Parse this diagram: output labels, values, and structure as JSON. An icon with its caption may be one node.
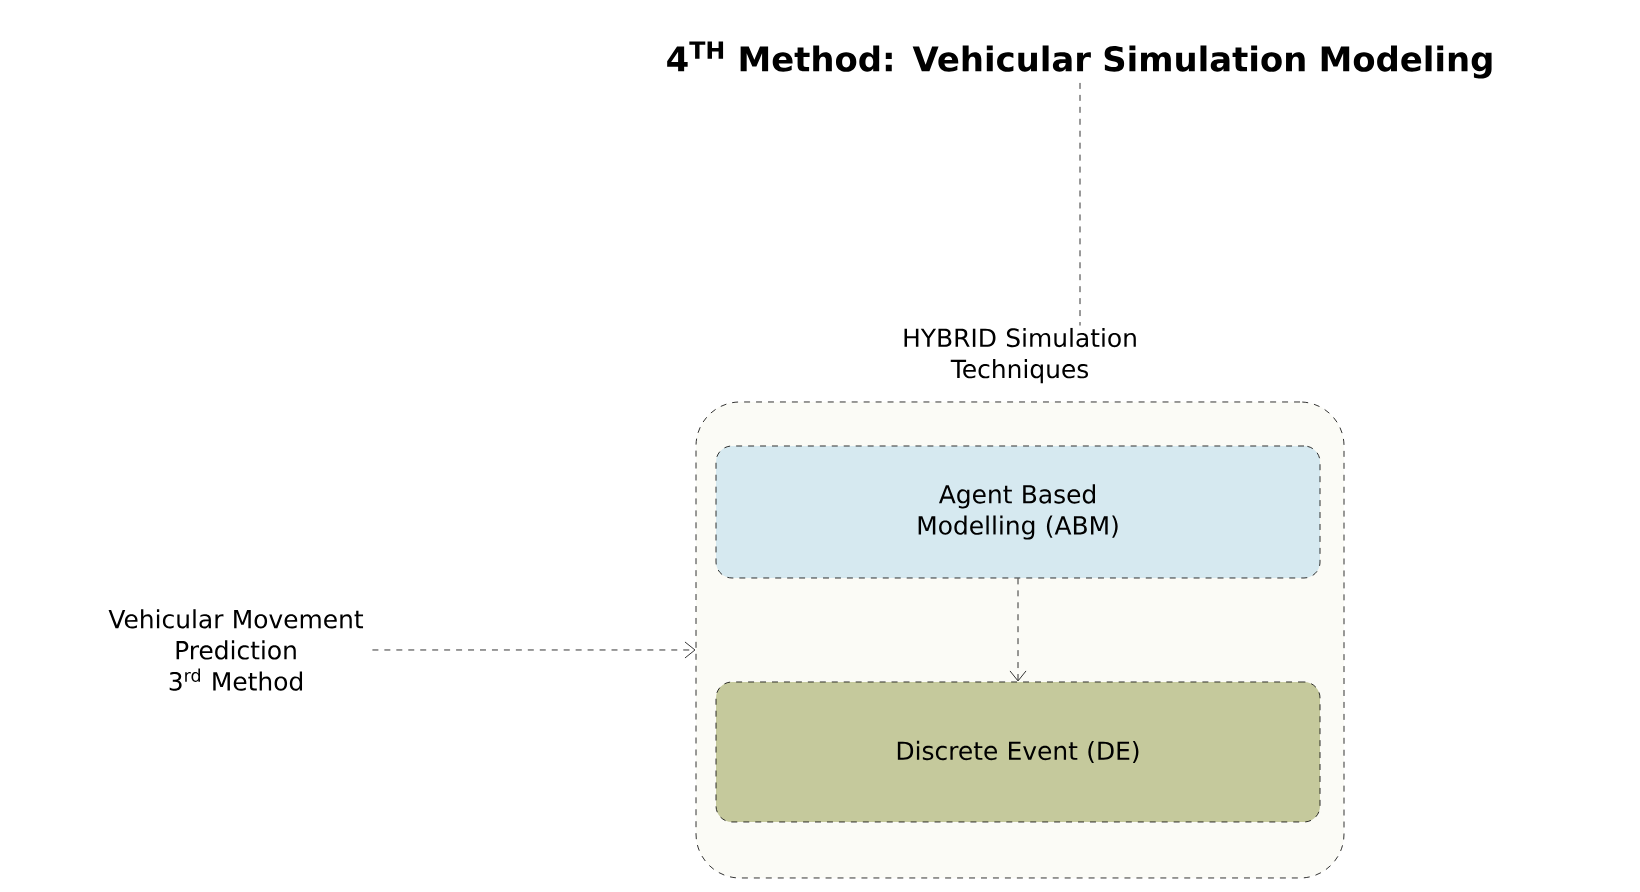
{
  "diagram": {
    "nodes": [
      {
        "text": [
          "4$^{TH}$ Method: Vehicular Simulation Modeling"
        ]
      },
      {
        "text": [
          "HYBRID Simulation Techniques"
        ]
      },
      {
        "text": [
          "Agent Based Modelling (ABM)"
        ],
        "in": 1
      },
      {
        "text": [
          "Discrete Event (DE)"
        ],
        "in": 1
      },
      {
        "text": [
          "Vehicular Movement Prediction 3$^{rd}$ Method"
        ]
      }
    ],
    "edges": [
      {
        "from": 0,
        "to": 1,
        "arrow": "none",
        "style": "dashed"
      },
      {
        "from": 4,
        "to": 1,
        "arrow": "to",
        "style": "dashed"
      },
      {
        "from": 2,
        "to": 3,
        "arrow": "to",
        "style": "dashed"
      }
    ]
  }
}
